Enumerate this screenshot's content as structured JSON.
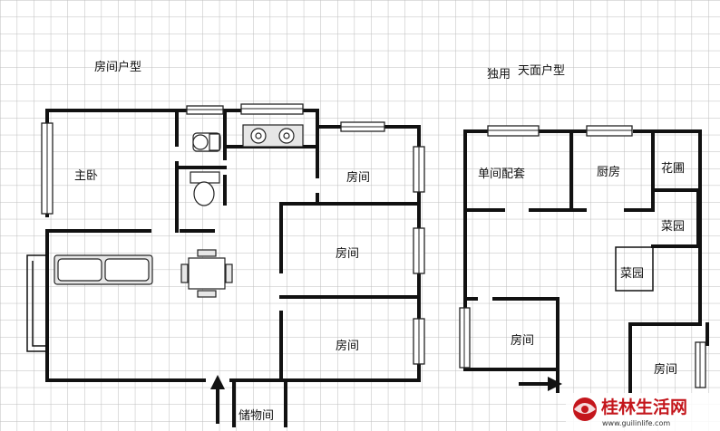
{
  "plans": {
    "left": {
      "title": "房间户型",
      "rooms": {
        "master_bedroom": "主卧",
        "room_a": "房间",
        "room_b": "房间",
        "room_c": "房间",
        "storage": "储物间"
      }
    },
    "right": {
      "title_prefix": "独用",
      "title": "天面户型",
      "rooms": {
        "studio_suite": "单间配套",
        "kitchen": "厨房",
        "flower_bed": "花圃",
        "vegetable_garden_1": "菜园",
        "vegetable_garden_2": "菜园",
        "room_d": "房间",
        "room_e": "房间"
      }
    }
  },
  "watermark": {
    "name": "桂林生活网",
    "url": "www.guilinlife.com",
    "logo_color": "#c4161c"
  }
}
